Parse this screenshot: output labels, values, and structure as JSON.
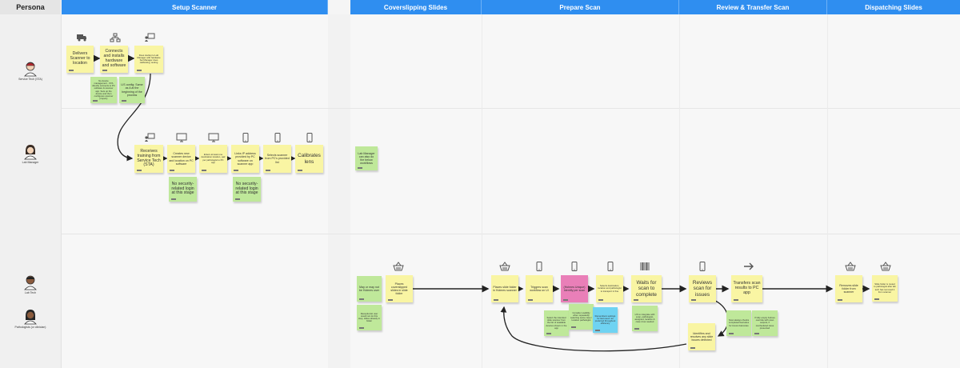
{
  "headers": {
    "persona": "Persona",
    "setup_scanner": "Setup Scanner",
    "coverslipping": "Coverslipping Slides",
    "prepare_scan": "Prepare Scan",
    "review_transfer": "Review & Transfer Scan",
    "dispatching": "Dispatching Slides"
  },
  "personas": {
    "service_tech": "Service Tech (STA)",
    "lab_manager": "Lab Manager",
    "lab_tech": "Lab Tech",
    "pathologist": "Pathologists (or clinician)"
  },
  "notes": {
    "delivers": "Delivers Scanner to location",
    "connects": "Connects and installs hardware and software",
    "setup_note": "Does startup to Lab Manager with hardware Set Manager does calibrating, testing",
    "small_green_1": "No device management - STA directly connects to PC software & scanner app. Sets up the device and then configures scanner properly",
    "lis_config": "LIS config: Same as A at the beginning of the process",
    "receives_training": "Receives training from Service Tech (STA)",
    "creates_scanner": "Creates new scanner device and location on PC software",
    "enters_destination": "Enters at least one destination location, pair per pathologist to PC app",
    "links_ip": "Links IP address provided by PC software on scanner app",
    "selects_scanner": "Selects scanner from PC's provided list",
    "calibrates": "Calibrates lens",
    "no_login_1": "No security-related login at this stage",
    "no_login_2": "No security-related login at this stage",
    "lab_manager_note": "Lab Manager can also do the below workflows",
    "may_or_may_not": "May or may not be Holmes user",
    "receptionist": "Receptionist user would not do this step, slides already in folder",
    "places_coverslipped": "Places coverslipped slides in slide folder",
    "places_slide": "Places slide folder in Holmes scanner",
    "triggers_scan": "Triggers scan workflow on UI",
    "holmes_unique": "(Holmes Unique) Identify per scan",
    "selects_dest": "Selects destination, location and pathologist to transport in fine",
    "waits_scan": "Waits for scan to complete",
    "reviews_scan": "Reviews scan for issues",
    "transfers_scan": "Transfers scan results to PC app",
    "removes_slide": "Removes slide folder from scanner",
    "dispatch_note": "Slide folder is routed to pathologist after lab tech has removed it from scanner",
    "small_green_2": "Select the intended slide scanner from the list of available devices shown in the app",
    "consider_usability": "Consider usability when repeatedly selecting same case / location pathologist",
    "remember_settings": "Remembers settings for last used / as preferred throughout efficiency",
    "lis_integrate": "LIS to integrate with scan, pathologist-assigned, location & case id as needed",
    "scan_always": "Scan always checks completed barcodes for known barcodes",
    "holmes_tech": "If fully empty holmes override with scan outputs, if rescheduled issue presented",
    "identifies": "Identifies and resolves any slide issues detected"
  },
  "icons": {
    "truck": "truck-icon",
    "network": "network-icon",
    "presenter": "presenter-icon",
    "monitor": "monitor-icon",
    "phone": "phone-icon",
    "basket": "basket-icon",
    "barcode": "barcode-icon",
    "arrow": "arrow-right-icon"
  },
  "colors": {
    "header_blue": "#2f8ef0",
    "note_yellow": "#f9f5a3",
    "note_green": "#bfe89a",
    "note_pink": "#e97fb8",
    "note_blue": "#6fd3f2"
  }
}
